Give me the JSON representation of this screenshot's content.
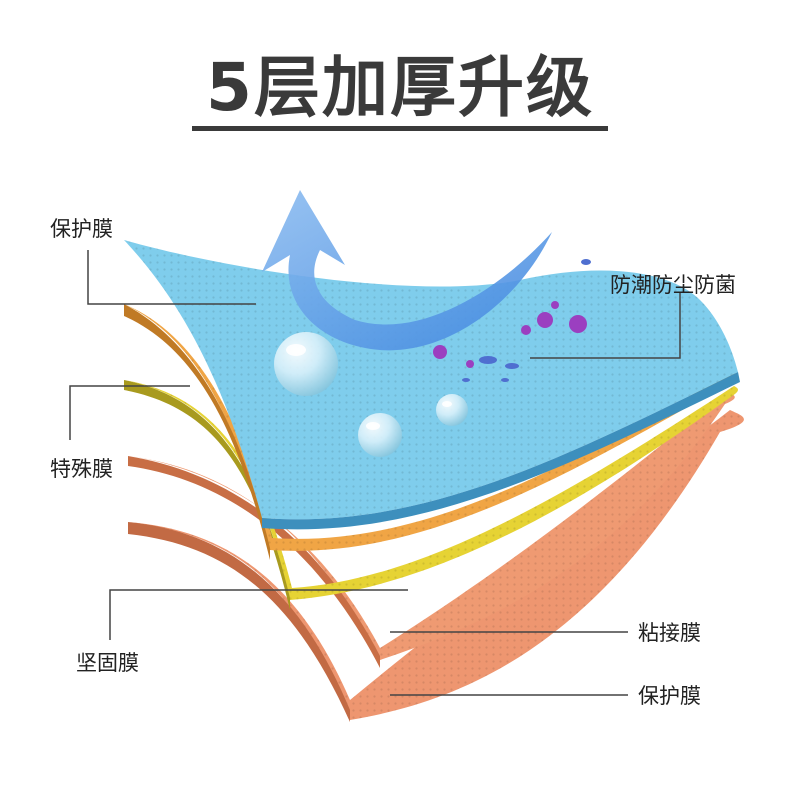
{
  "title": "5层加厚升级",
  "labels": {
    "top_protective_film": "保护膜",
    "special_film": "特殊膜",
    "firming_film": "坚固膜",
    "feature": "防潮防尘防菌",
    "adhesive_film": "粘接膜",
    "bottom_protective_film": "保护膜"
  },
  "layers": [
    {
      "name": "protective-film-top",
      "color": "#7fcdec"
    },
    {
      "name": "special-film",
      "color": "#f0a545"
    },
    {
      "name": "firming-film",
      "color": "#e6d334"
    },
    {
      "name": "adhesive-film",
      "color": "#ef9a72"
    },
    {
      "name": "protective-film-bottom",
      "color": "#ee9670"
    }
  ],
  "colors": {
    "arrow": "#6aa6ec",
    "germ": "#9b3fc0",
    "leader_line": "#444444",
    "title_text": "#3a3a3a"
  }
}
